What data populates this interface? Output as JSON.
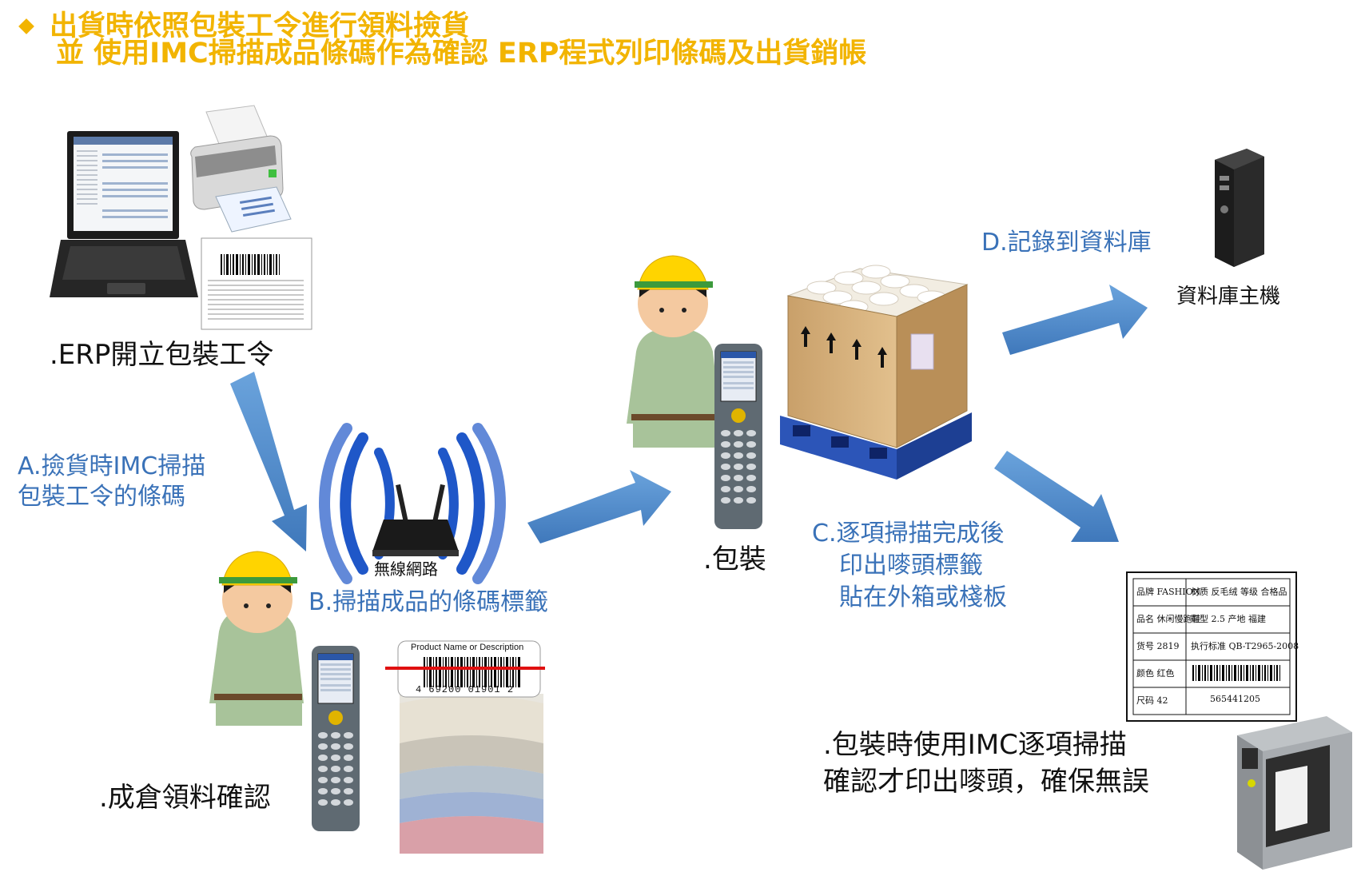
{
  "header": {
    "bullet_icon": "diamond-icon",
    "line1": "出貨時依照包裝工令進行領料撿貨",
    "line2": "並 使用IMC掃描成品條碼作為確認 ERP程式列印條碼及出貨銷帳"
  },
  "captions": {
    "erp": ".ERP開立包裝工令",
    "warehouse": ".成倉領料確認",
    "packing": ".包裝",
    "db_host": "資料庫主機",
    "imc_line1": ".包裝時使用IMC逐項掃描",
    "imc_line2": "確認才印出嘜頭，確保無誤"
  },
  "steps": {
    "a_line1": "A.撿貨時IMC掃描",
    "a_line2": "包裝工令的條碼",
    "b": "B.掃描成品的條碼標籤",
    "c_line1": "C.逐項掃描完成後",
    "c_line2": "印出嘜頭標籤",
    "c_line3": "貼在外箱或棧板",
    "d": "D.記錄到資料庫"
  },
  "wireless": {
    "label": "無線網路"
  },
  "product_label": {
    "title": "Product Name or Description",
    "barcode_number": "4  69200  01901  2"
  },
  "shipping_label": {
    "rows": [
      [
        "品牌 FASHION",
        "材质 反毛绒 等级 合格品"
      ],
      [
        "品名 休闲慢跑鞋",
        "鞋型 2.5 产地 福建"
      ],
      [
        "货号 2819",
        "执行标准 QB-T2965-2008"
      ],
      [
        "颜色 红色",
        ""
      ],
      [
        "尺码 42",
        "565441205"
      ]
    ]
  },
  "colors": {
    "title": "#f2b400",
    "arrow": "#4a86c8",
    "step_text": "#3a72b8"
  }
}
